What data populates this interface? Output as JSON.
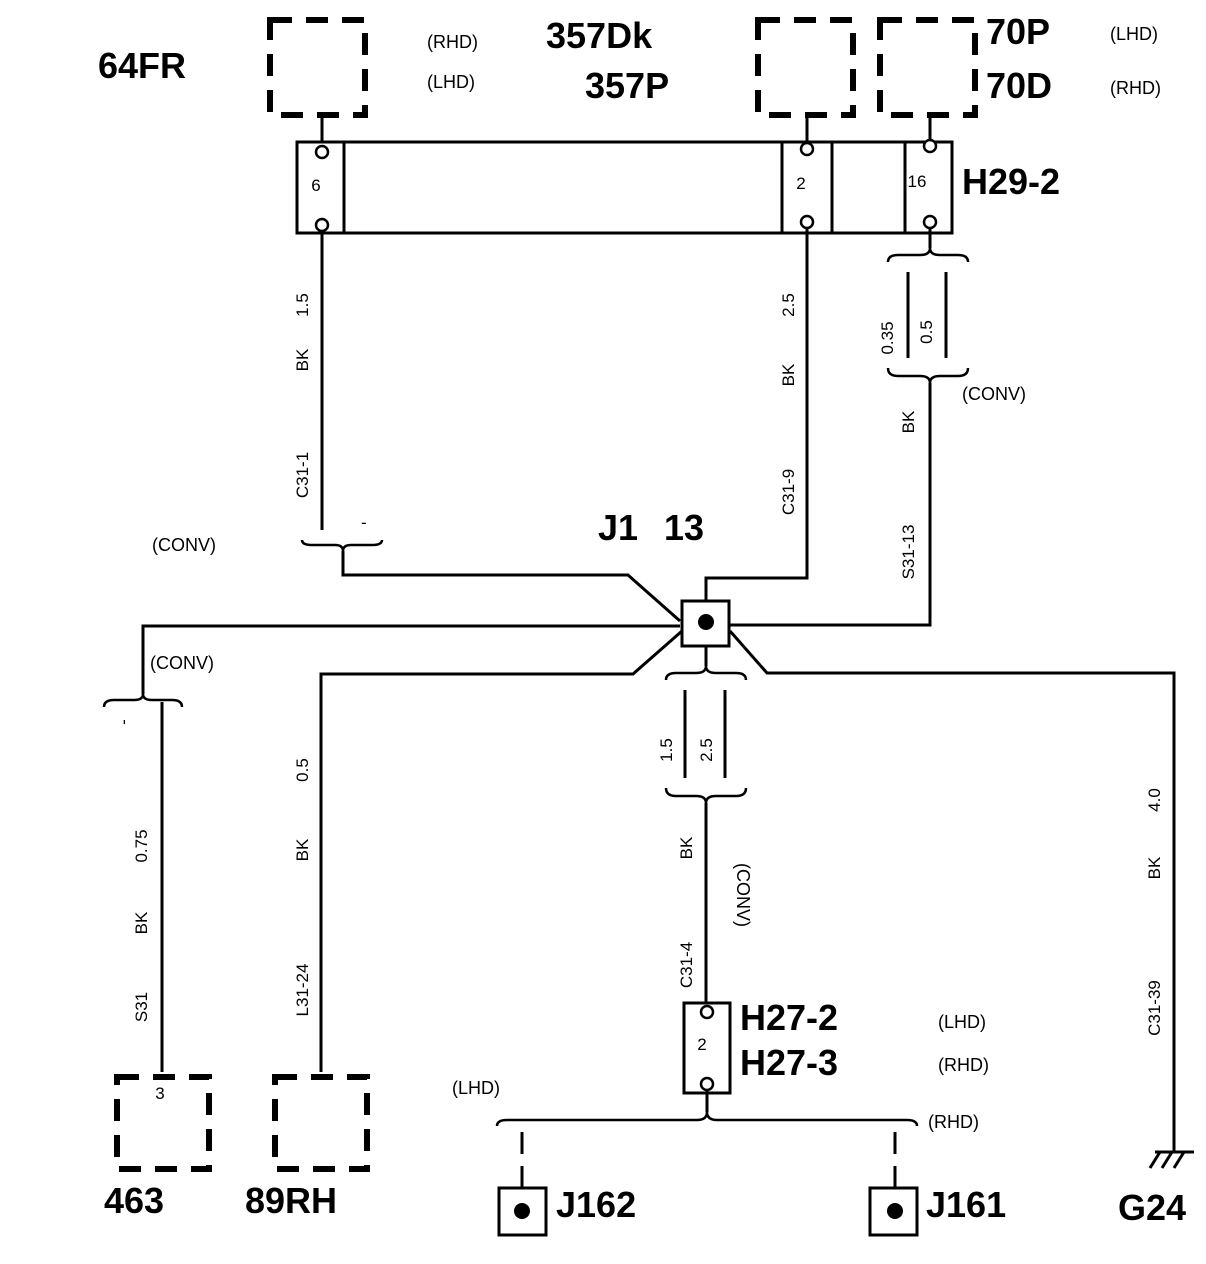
{
  "components": {
    "c64fr": "64FR",
    "c357dk": "357Dk",
    "c357p": "357P",
    "c70p": "70P",
    "c70d": "70D",
    "c463": "463",
    "c89rh": "89RH",
    "g24": "G24",
    "j162": "J162",
    "j161": "J161",
    "j1": "J1",
    "j1_pin": "13"
  },
  "connectors": {
    "h29": "H29-2",
    "h29_pin_a": "6",
    "h29_pin_b": "2",
    "h29_pin_c": "16",
    "h27_2": "H27-2",
    "h27_3": "H27-3",
    "h27_pin": "2",
    "c463_pin": "3"
  },
  "variants": {
    "rhd": "(RHD)",
    "lhd": "(LHD)",
    "conv": "(CONV)"
  },
  "wires": {
    "w64_size": "1.5",
    "w64_color": "BK",
    "w64_circuit": "C31-1",
    "w64_conv_mark": "-",
    "w357_size": "2.5",
    "w357_color": "BK",
    "w357_circuit": "C31-9",
    "w70_size_a": "0.35",
    "w70_size_b": "0.5",
    "w70_color": "BK",
    "w70_circuit": "S31-13",
    "w463_conv_mark": "-",
    "w463_size": "0.75",
    "w463_color": "BK",
    "w463_circuit": "S31",
    "w89_size": "0.5",
    "w89_color": "BK",
    "w89_circuit": "L31-24",
    "wh27_size_a": "1.5",
    "wh27_size_b": "2.5",
    "wh27_color": "BK",
    "wh27_circuit": "C31-4",
    "wg24_size": "4.0",
    "wg24_color": "BK",
    "wg24_circuit": "C31-39"
  }
}
